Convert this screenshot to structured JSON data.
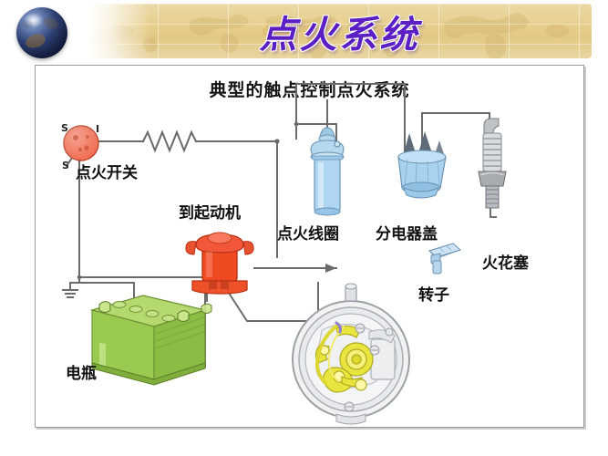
{
  "header": {
    "title": "点火系统",
    "globe_icon": "globe-icon",
    "title_color": "#5b1fc4",
    "banner_color": "#e3c884"
  },
  "diagram": {
    "subtitle": "典型的触点控制点火系统",
    "terminals": {
      "s_top": "S",
      "i": "I",
      "s_bottom": "S"
    },
    "labels": [
      {
        "id": "ignition-switch",
        "text": "点火开关",
        "color": "#111111"
      },
      {
        "id": "to-starter-motor",
        "text": "到起动机",
        "color": "#111111"
      },
      {
        "id": "ignition-coil",
        "text": "点火线圈",
        "color": "#111111"
      },
      {
        "id": "distributor-cap",
        "text": "分电器盖",
        "color": "#111111"
      },
      {
        "id": "spark-plug",
        "text": "火花塞",
        "color": "#111111"
      },
      {
        "id": "rotor",
        "text": "转子",
        "color": "#111111"
      },
      {
        "id": "battery",
        "text": "电瓶",
        "color": "#111111"
      }
    ],
    "part_colors": {
      "ignition_switch": "#e8503a",
      "starter_solenoid": "#f04a22",
      "ignition_coil": "#aad4f0",
      "distributor_cap": "#a8d0ee",
      "rotor": "#b6d4ee",
      "spark_plug": "#b9bcc0",
      "battery": "#9ccc53",
      "breaker_points": "#e8e23a",
      "wire": "#6b6b6b"
    }
  }
}
